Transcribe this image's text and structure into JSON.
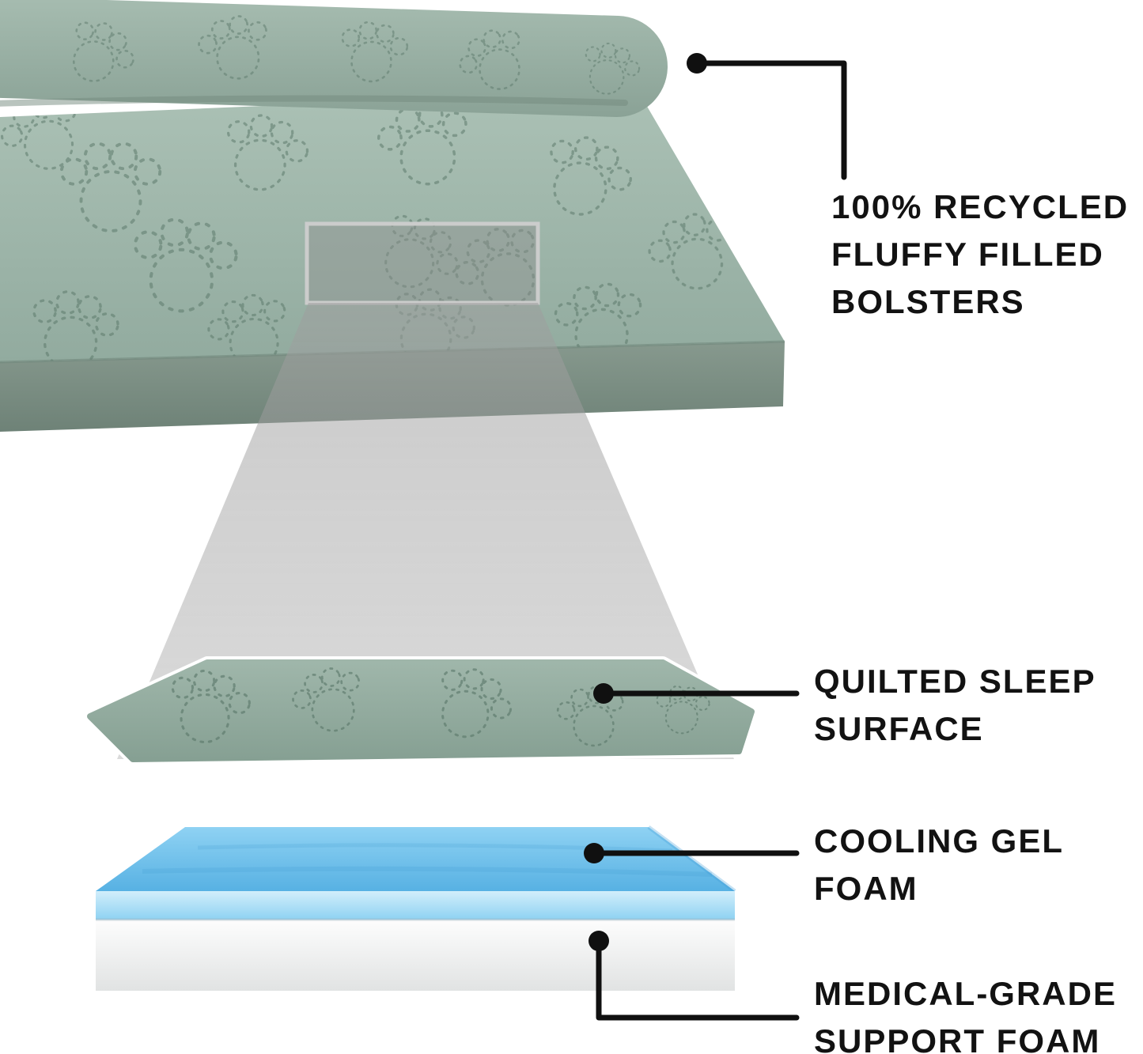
{
  "page": {
    "background": "#FFFFFF"
  },
  "colors": {
    "background": "#FFFFFF",
    "bed_top_light": "#ABC1B5",
    "bed_top": "#92AB9F",
    "bed_front_light": "#87998E",
    "bed_front": "#6E8277",
    "bolster_light": "#A7BDB1",
    "bolster_dark": "#89A195",
    "stitch": "#5D7A6C",
    "zoom_fill": "#8F8F8F",
    "zoom_border": "#CDCDCD",
    "cone_gray": "#9E9E9E",
    "slab_light": "#9FB6AA",
    "slab_dark": "#86A093",
    "gel_blue_light": "#8FD2F3",
    "gel_blue": "#57B1E3",
    "gel_edge_light": "#D2EEFB",
    "gel_edge": "#8ED2F2",
    "foam_white": "#FDFDFD",
    "foam_shade": "#E1E3E3",
    "callout": "#101010",
    "label_text": "#121212"
  },
  "labels": {
    "bolsters": {
      "lines": [
        "100% RECYCLED",
        "FLUFFY FILLED",
        "BOLSTERS"
      ]
    },
    "quilted_surface": {
      "lines": [
        "QUILTED SLEEP",
        "SURFACE"
      ]
    },
    "cooling_gel": {
      "lines": [
        "COOLING GEL",
        "FOAM"
      ]
    },
    "support_foam": {
      "lines": [
        "MEDICAL-GRADE",
        "SUPPORT FOAM"
      ]
    }
  },
  "diagram": {
    "parts": [
      "pet-bed-with-bolster",
      "zoom-highlight",
      "projection-cone",
      "quilted-sleep-surface-layer",
      "cooling-gel-foam-layer",
      "medical-grade-support-foam-layer"
    ]
  }
}
